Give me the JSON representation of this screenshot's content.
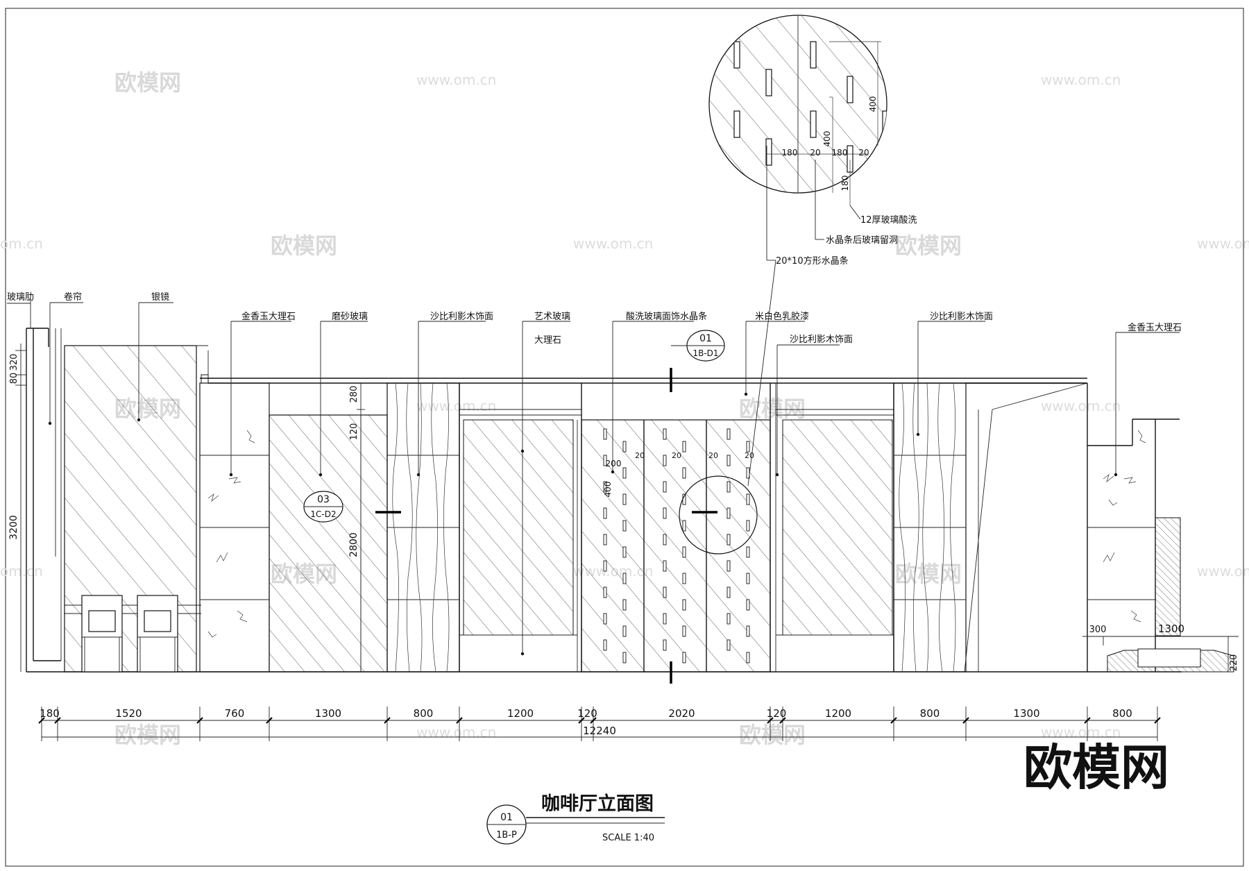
{
  "watermark": {
    "brand": "欧模网",
    "url": "www.om.cn",
    "url_cut": "om.cn"
  },
  "labels": {
    "glass_fin": "玻璃肋",
    "roller_blind": "卷帘",
    "silver_mirror": "银镜",
    "marble_left": "金香玉大理石",
    "frosted_glass": "磨砂玻璃",
    "sapele_1": "沙比利影木饰面",
    "art_glass": "艺术玻璃",
    "marble": "大理石",
    "etched_glass": "酸洗玻璃面饰水晶条",
    "latex_paint": "米白色乳胶漆",
    "sapele_2": "沙比利影木饰面",
    "sapele_3": "沙比利影木饰面",
    "marble_right": "金香玉大理石"
  },
  "detail_callout": {
    "dims": [
      "180",
      "20",
      "180",
      "20",
      "400",
      "400",
      "180"
    ],
    "note_1": "12厚玻璃酸洗",
    "note_2": "水晶条后玻璃留洞",
    "note_3": "20*10方形水晶条"
  },
  "section_marks": [
    {
      "top": "01",
      "bottom": "1B-D1"
    },
    {
      "top": "03",
      "bottom": "1C-D2"
    }
  ],
  "vertical_dims": {
    "left": [
      "80",
      "320",
      "3200"
    ],
    "inner": [
      "280",
      "120",
      "2800"
    ],
    "door": [
      "200",
      "400"
    ],
    "door_top": [
      "20",
      "20",
      "20",
      "20"
    ],
    "right": [
      "300",
      "1300",
      "220"
    ]
  },
  "horizontal_dims": {
    "segments": [
      "180",
      "1520",
      "760",
      "1300",
      "800",
      "1200",
      "120",
      "2020",
      "120",
      "1200",
      "800",
      "1300",
      "800"
    ],
    "total": "12240"
  },
  "title": {
    "text": "咖啡厅立面图",
    "scale": "SCALE  1:40",
    "sym_top": "01",
    "sym_bottom": "1B-P"
  },
  "brand_logo": "欧模网"
}
